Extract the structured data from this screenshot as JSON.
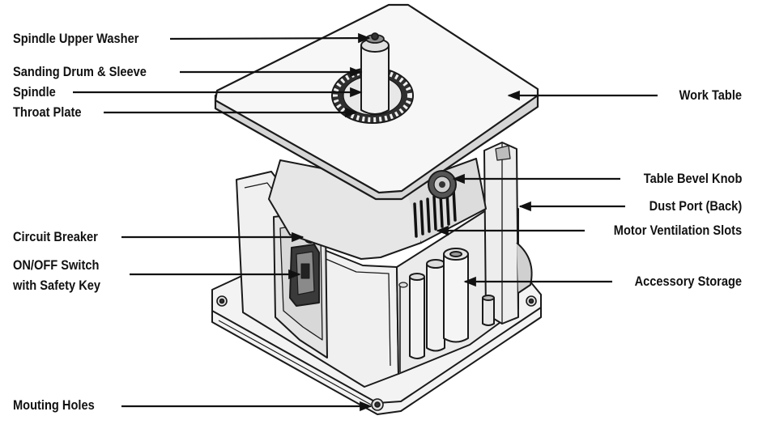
{
  "colors": {
    "ink": "#111111",
    "body_fill": "#f2f2f2",
    "shade": "#cfcfcf",
    "dark": "#3a3a3a"
  },
  "callouts": {
    "spindle_upper_washer": "Spindle Upper Washer",
    "sanding_drum_sleeve": "Sanding Drum & Sleeve",
    "spindle": "Spindle",
    "throat_plate": "Throat Plate",
    "circuit_breaker": "Circuit Breaker",
    "on_off_switch_line1": "ON/OFF Switch",
    "on_off_switch_line2": "with Safety Key",
    "mounting_holes": "Mouting Holes",
    "work_table": "Work Table",
    "table_bevel_knob": "Table Bevel Knob",
    "dust_port": "Dust Port (Back)",
    "motor_ventilation_slots": "Motor Ventilation Slots",
    "accessory_storage": "Accessory Storage"
  }
}
